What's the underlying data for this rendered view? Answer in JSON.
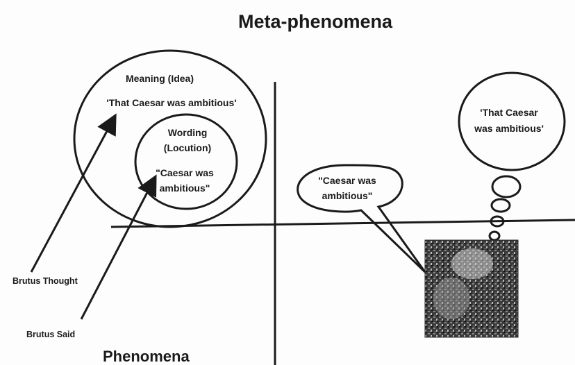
{
  "title": "Meta-phenomena",
  "bottom_label": "Phenomena",
  "left_diagram": {
    "meaning": {
      "heading": "Meaning (Idea)",
      "text": "'That Caesar was ambitious'"
    },
    "wording": {
      "heading_line1": "Wording",
      "heading_line2": "(Locution)",
      "text_line1": "\"Caesar was",
      "text_line2": "ambitious\""
    },
    "arrows": {
      "thought": "Brutus Thought",
      "said": "Brutus  Said"
    }
  },
  "right_diagram": {
    "thought_bubble": {
      "line1": "'That Caesar",
      "line2": "was ambitious'"
    },
    "speech_bubble": {
      "line1": "\"Caesar was",
      "line2": "ambitious\""
    },
    "image_alt": "portrait-photo"
  }
}
